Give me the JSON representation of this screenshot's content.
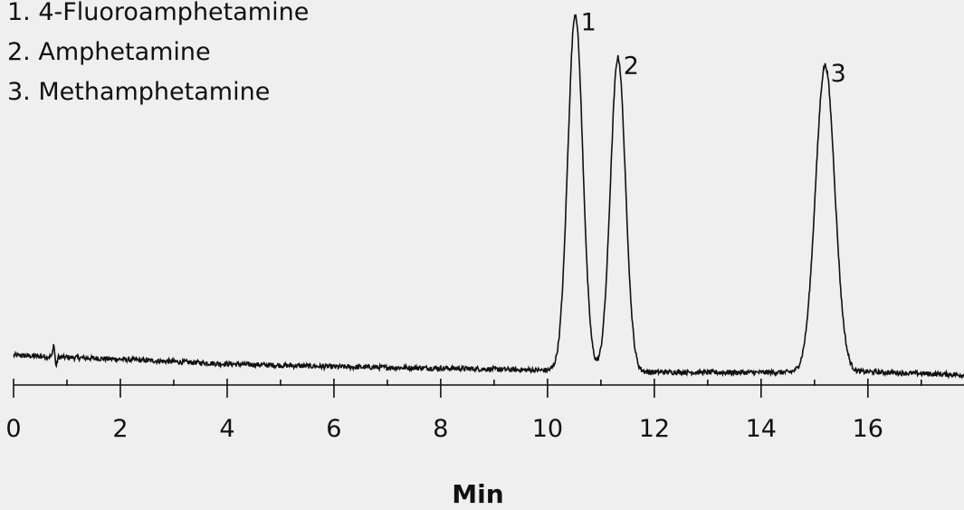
{
  "chart_data": {
    "type": "line",
    "title": "",
    "xlabel": "Min",
    "ylabel": "",
    "xlim": [
      0,
      17.8
    ],
    "ylim": [
      0,
      100
    ],
    "grid": false,
    "x_ticks": [
      0,
      2,
      4,
      6,
      8,
      10,
      12,
      14,
      16
    ],
    "x_tick_labels": [
      "0",
      "2",
      "4",
      "6",
      "8",
      "10",
      "12",
      "14",
      "16"
    ],
    "x_minor_tick_step": 1,
    "legend_position": "top-left",
    "legend": [
      "1. 4-Fluoroamphetamine",
      "2. Amphetamine",
      "3. Methamphetamine"
    ],
    "baseline": [
      [
        0,
        5.0
      ],
      [
        2,
        3.9
      ],
      [
        4,
        2.6
      ],
      [
        6,
        1.8
      ],
      [
        8,
        1.4
      ],
      [
        10,
        0.8
      ],
      [
        12,
        0.3
      ],
      [
        14,
        0.2
      ],
      [
        16,
        0.4
      ],
      [
        17.8,
        -0.5
      ]
    ],
    "peaks": [
      {
        "label": "1",
        "name": "4-Fluoroamphetamine",
        "retention_time": 10.52,
        "height": 100,
        "sigma": 0.14
      },
      {
        "label": "2",
        "name": "Amphetamine",
        "retention_time": 11.32,
        "height": 88,
        "sigma": 0.14
      },
      {
        "label": "3",
        "name": "Methamphetamine",
        "retention_time": 15.2,
        "height": 86,
        "sigma": 0.18
      }
    ]
  }
}
